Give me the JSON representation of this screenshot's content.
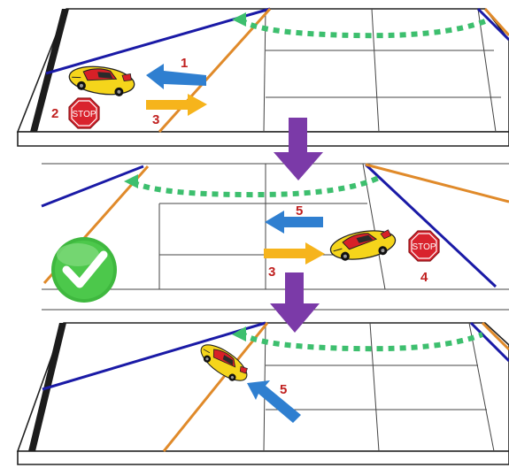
{
  "labels": {
    "p1_blue_arrow": "1",
    "p1_stop_sign": "2",
    "p1_orange_arrow": "3",
    "p2_orange_arrow": "3",
    "p2_stop_sign": "4",
    "p2_blue_arrow": "5",
    "p3_blue_arrow": "5"
  },
  "stop_sign_text": "STOP",
  "colors": {
    "blue_line": "#1a1aa6",
    "orange_line": "#e08a2a",
    "green_dots": "#3dbf6e",
    "blue_arrow": "#2f7fd0",
    "orange_arrow": "#f6b41c",
    "purple_arrow": "#7b3aa8",
    "stop_red": "#d9232d",
    "label_red": "#c0201f",
    "check_green": "#3fb83f",
    "car_yellow": "#f5d51b",
    "car_red": "#d72027"
  },
  "icons": [
    "car-icon",
    "stop-sign-icon",
    "check-icon",
    "arrow-icon"
  ]
}
